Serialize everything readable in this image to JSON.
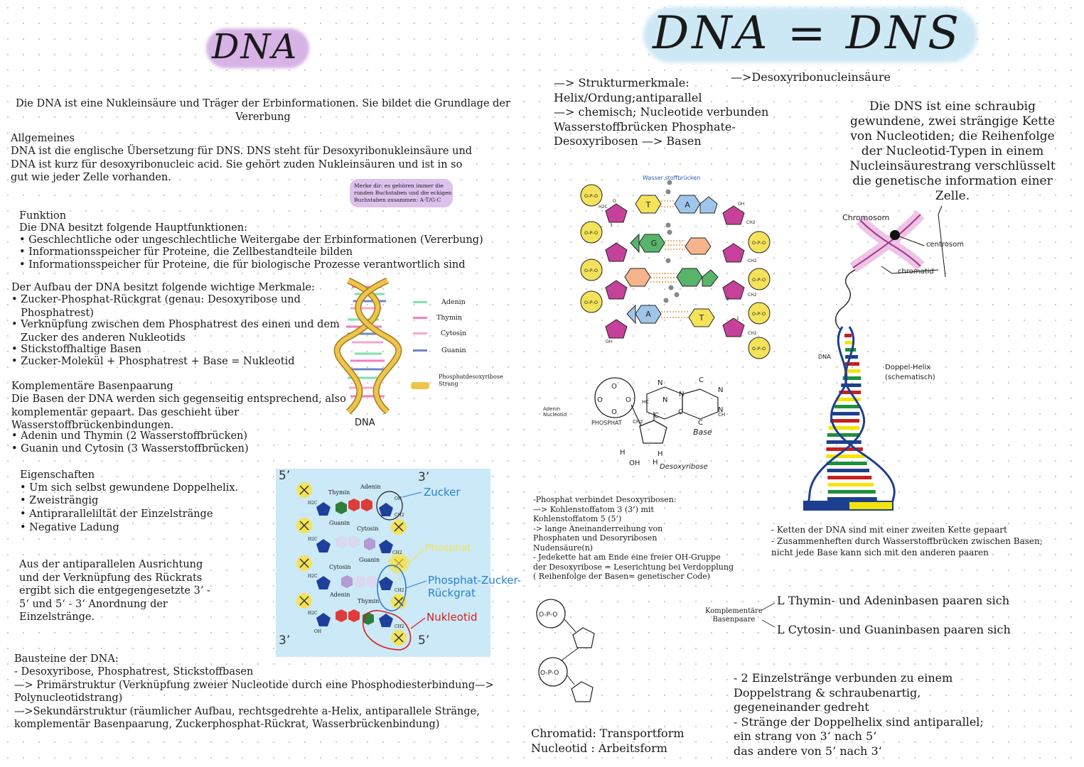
{
  "left": {
    "title": "DNA",
    "intro": "Die DNA ist eine Nukleinsäure und Träger der Erbinformationen. Sie bildet die Grundlage der\nVererbung",
    "allgemeines": {
      "heading": "Allgemeines",
      "text": "DNA ist die englische Übersetzung für DNS. DNS steht für Desoxyribonukleinsäure und\nDNA ist kurz für desoxyribonucleic acid. Sie gehört zuden Nukleinsäuren und ist in so\ngut wie jeder Zelle vorhanden."
    },
    "merke": "Merke dir: es gehören immer die\nrunden Buchstaben und die eckigen\nBuchstaben zusammen: A-T/G-C",
    "funktion": {
      "heading": "Funktion",
      "intro": "Die DNA besitzt folgende Hauptfunktionen:",
      "items": [
        "Geschlechtliche oder ungeschlechtliche Weitergabe der Erbinformationen (Vererbung)",
        "Informationsspeicher für Proteine, die Zellbestandteile bilden",
        "Informationsspeicher für Proteine, die für biologische Prozesse verantwortlich sind"
      ]
    },
    "aufbau": {
      "heading": "Der Aufbau der DNA besitzt folgende wichtige Merkmale:",
      "items": [
        "Zucker-Phosphat-Rückgrat (genau: Desoxyribose und\nPhosphatrest)",
        "Verknüpfung zwischen dem Phosphatrest des einen und dem\nZucker des anderen Nukleotids",
        "Stickstoffhaltige Basen",
        "Zucker-Molekül + Phosphatrest + Base = Nukleotid"
      ]
    },
    "basenpaarung": {
      "heading": "Komplementäre Basenpaarung",
      "text": "Die Basen der DNA werden sich gegenseitig entsprechend, also\nkomplementär gepaart. Das geschieht über\nWasserstoffbrückenbindungen.",
      "items": [
        "Adenin und Thymin (2 Wasserstoffbrücken)",
        "Guanin und Cytosin (3 Wasserstoffbrücken)"
      ]
    },
    "eigenschaften": {
      "heading": "Eigenschaften",
      "items": [
        "Um sich selbst gewundene Doppelhelix.",
        "Zweisträngig",
        "Antipraralleliltät der Einzelstränge",
        "Negative Ladung"
      ]
    },
    "antiparallel": "Aus der antiparallelen Ausrichtung\nund der Verknüpfung des Rückrats\nergibt sich die entgegengesetzte 3‘ -\n5‘ und 5‘ - 3‘ Anordnung der\nEinzelstränge.",
    "bausteine": {
      "heading": "Bausteine der DNA:",
      "lines": [
        "- Desoxyribose, Phosphatrest, Stickstoffbasen",
        "—> Primärstruktur (Verknüpfung zweier Nucleotide durch eine Phosphodiesterbindung—>",
        "Polynucleotidstrang)",
        "—>Sekundärstruktur (räumlicher Aufbau, rechtsgedrehte a-Helix, antiparallele Stränge,",
        "komplementär Basenpaarung, Zuckerphosphat-Rückrat, Wasserbrückenbindung)"
      ]
    },
    "helix_legend": {
      "items": [
        "Adenin",
        "Thymin",
        "Cytosin",
        "Guanin",
        "Phosphatdesoxyribose\nStrang"
      ],
      "colors": [
        "#7ee2a8",
        "#f07fc0",
        "#f6a5d2",
        "#6f86c9",
        "#efc44a"
      ],
      "caption": "DNA"
    },
    "strand_diagram": {
      "end_top_left": "5’",
      "end_top_right": "3’",
      "end_bottom_left": "3’",
      "end_bottom_right": "5’",
      "labels": [
        "Thymin",
        "Adenin",
        "Guanin",
        "Cytosin",
        "Cytosin",
        "Guanin",
        "Adenin",
        "Thymin"
      ],
      "small": [
        "H2C",
        "H2C",
        "H2C",
        "H2C",
        "OH",
        "OH",
        "CH2",
        "CH2",
        "CH2",
        "CH2"
      ],
      "annot_zucker": "Zucker",
      "annot_phosphat": "Phosphat",
      "annot_rueckgrat": "Phosphat-Zucker-\nRückgrat",
      "annot_nukleotid": "Nukleotid"
    }
  },
  "right": {
    "title": "DNA = DNS",
    "subtitle": "—>Desoxyribonucleinsäure",
    "struktur": "—> Strukturmerkmale:\nHelix/Ordung;antiparallel\n—> chemisch; Nucleotide verbunden\nWasserstoffbrücken Phosphate-\nDesoxyribosen —> Basen",
    "definition": "Die DNS ist eine schraubig\ngewundene, zwei strängige Kette\nvon Nucleotiden; die Reihenfolge\nder Nucleotid-Typen in einem\nNucleinsäurestrang verschlüsselt\ndie genetische information einer\nZelle.",
    "molecule": {
      "wasserstoffbruecken": "Wasser stoffbrücken",
      "bases": [
        "T",
        "A",
        "G",
        "A",
        "T"
      ],
      "p_label": "O-P-O",
      "small": [
        "H2C",
        "O",
        "OH",
        "CH2",
        "CH2",
        "CH2",
        "CH2",
        "OH",
        "3",
        "2",
        "1"
      ]
    },
    "nucleotid": {
      "adenin_label": "Adenin\nNucleotid",
      "phosphat": "PHOSPHAT",
      "base": "Base",
      "desoxyribose": "Desoxyribose",
      "atoms": [
        "O",
        "O",
        "O",
        "O",
        "N",
        "N",
        "N",
        "N",
        "C",
        "C",
        "C",
        "C",
        "H",
        "H",
        "OH",
        "H",
        "CH",
        "HC",
        "N",
        "CH2"
      ]
    },
    "phosphat_text": "-Phosphat verbindet Desoxyribosen:\n—> Kohlenstoffatom 3 (3’) mit\nKohlenstoffatom 5 (5’)\n-> lange Aneinanderreihung von\nPhosphaten und Desoryribosen\nNudensäure(n)\n- Jedekette hat am Ende eine freier OH-Gruppe\nder Desoxyribose = Leserichtung bei Verdopplung\n( Reihenfolge der Basen= genetischer Code)",
    "chromosome": {
      "chromosom": "Chromosom",
      "centrosom": "centrosom",
      "chromatid": "chromatid",
      "dna": "DNA",
      "doppelhelix": "Doppel-Helix\n(schematisch)"
    },
    "ketten": "- Ketten der DNA sind mit einer zweiten Kette gepaart\n- Zusammenheften durch Wasserstoffbrücken zwischen Basen;\nnicht jede Base kann sich mit den anderen paaren",
    "komplementaer_label": "Komplementäre\nBasenpaare",
    "paare": [
      "L Thymin- und Adeninbasen paaren sich",
      "L Cytosin- und Guaninbasen paaren sich"
    ],
    "chromatid_text": "Chromatid: Transportform\nNucleotid : Arbeitsform",
    "einzelstraenge": "- 2 Einzelstränge verbunden zu einem\nDoppelstrang & schraubenartig,\ngegeneinander gedreht\n- Stränge der Doppelhelix sind antiparallel;\nein strang von 3‘ nach 5‘\ndas andere von 5’ nach 3‘"
  },
  "colors": {
    "title_left_bg": "#d7b3e6",
    "title_right_bg": "#cde8f5",
    "merke_bg": "#ddc1ec",
    "diagram_bg": "#cbe9f7",
    "annot_blue": "#2a7fd4",
    "annot_yellow": "#f4e25a",
    "annot_red": "#d41e1e"
  }
}
